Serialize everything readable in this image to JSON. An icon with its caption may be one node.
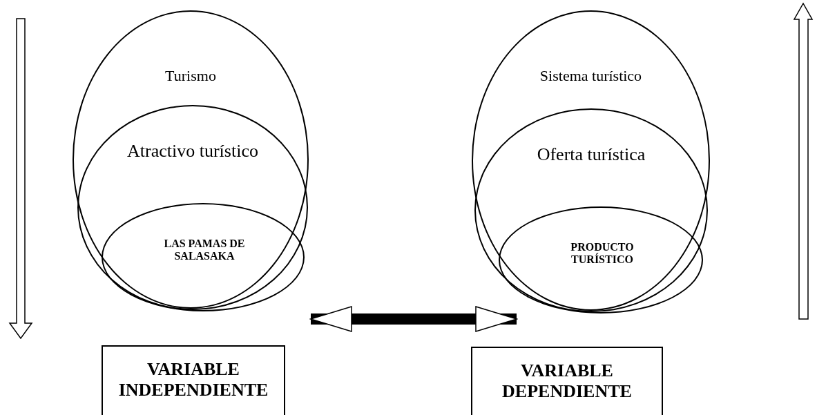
{
  "diagram": {
    "nodes": [
      {
        "text": [
          "Turismo"
        ]
      },
      {
        "text": [
          "Atractivo turístico"
        ],
        "in": 0
      },
      {
        "text": [
          "LAS PAMAS DE SALASAKA"
        ],
        "in": 1
      },
      {
        "text": [
          "Sistema turístico"
        ]
      },
      {
        "text": [
          "Oferta turística"
        ],
        "in": 3
      },
      {
        "text": [
          "PRODUCTO TURÍSTICO"
        ],
        "in": 4
      },
      {
        "text": [
          "VARIABLE INDEPENDIENTE"
        ]
      },
      {
        "text": [
          "VARIABLE DEPENDIENTE"
        ]
      }
    ],
    "edges": [
      {
        "from": 0,
        "to": 3,
        "arrow": "both"
      }
    ]
  }
}
